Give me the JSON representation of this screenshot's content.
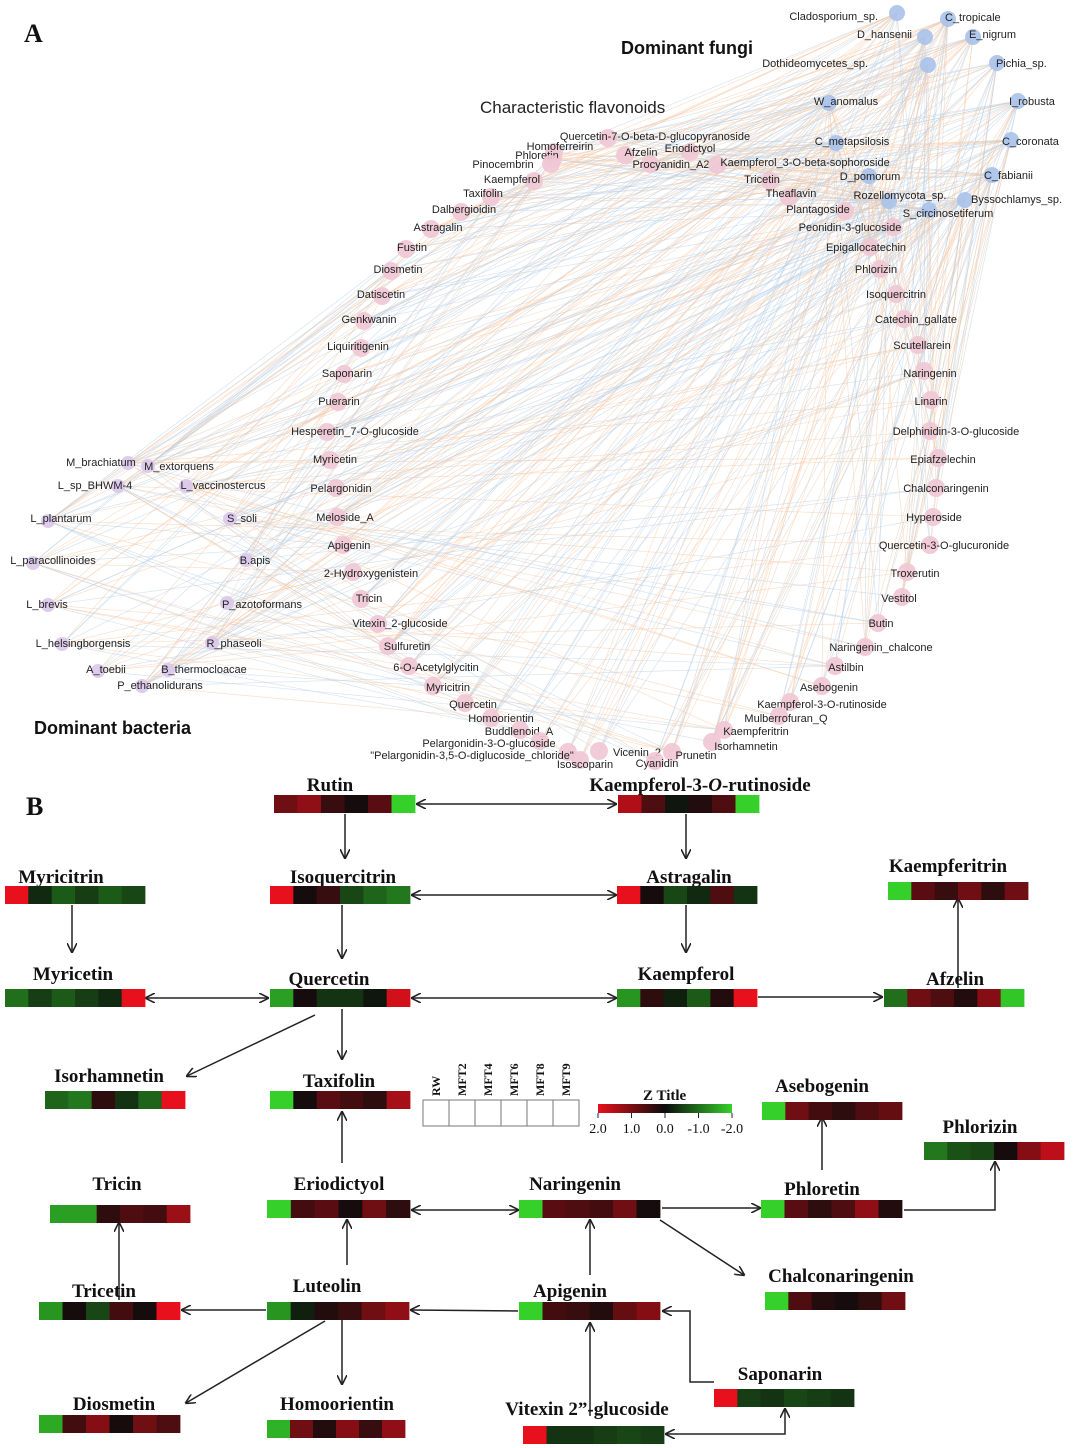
{
  "panel_a": {
    "letter": "A",
    "headings": {
      "fungi": "Dominant fungi",
      "flavonoids": "Characteristic flavonoids",
      "bacteria": "Dominant bacteria"
    },
    "colors": {
      "fungus": "#a9c2ea",
      "flavonoid": "#efc6d4",
      "bacterium": "#d9c7ea",
      "edge_pos": "#f6c6a2",
      "edge_neg": "#b7cde6"
    },
    "nodes": [
      {
        "label": "Cladosporium_sp.",
        "group": "fungus"
      },
      {
        "label": "C_tropicale",
        "group": "fungus"
      },
      {
        "label": "D_hansenii",
        "group": "fungus"
      },
      {
        "label": "E_nigrum",
        "group": "fungus"
      },
      {
        "label": "Dothideomycetes_sp.",
        "group": "fungus"
      },
      {
        "label": "Pichia_sp.",
        "group": "fungus"
      },
      {
        "label": "W_anomalus",
        "group": "fungus"
      },
      {
        "label": "I_robusta",
        "group": "fungus"
      },
      {
        "label": "C_metapsilosis",
        "group": "fungus"
      },
      {
        "label": "C_coronata",
        "group": "fungus"
      },
      {
        "label": "D_pomorum",
        "group": "fungus"
      },
      {
        "label": "C_fabianii",
        "group": "fungus"
      },
      {
        "label": "Rozellomycota_sp.",
        "group": "fungus"
      },
      {
        "label": "Byssochlamys_sp.",
        "group": "fungus"
      },
      {
        "label": "S_circinosetiferum",
        "group": "fungus"
      },
      {
        "label": "Quercetin-7-O-beta-D-glucopyranoside",
        "group": "flavonoid"
      },
      {
        "label": "Homoferreirin",
        "group": "flavonoid"
      },
      {
        "label": "Eriodictyol",
        "group": "flavonoid"
      },
      {
        "label": "Phloretin",
        "group": "flavonoid"
      },
      {
        "label": "Afzelin",
        "group": "flavonoid"
      },
      {
        "label": "Pinocembrin",
        "group": "flavonoid"
      },
      {
        "label": "Procyanidin_A2",
        "group": "flavonoid"
      },
      {
        "label": "Kaempferol_3-O-beta-sophoroside",
        "group": "flavonoid"
      },
      {
        "label": "Kaempferol",
        "group": "flavonoid"
      },
      {
        "label": "Tricetin",
        "group": "flavonoid"
      },
      {
        "label": "Taxifolin",
        "group": "flavonoid"
      },
      {
        "label": "Theaflavin",
        "group": "flavonoid"
      },
      {
        "label": "Dalbergioidin",
        "group": "flavonoid"
      },
      {
        "label": "Plantagoside",
        "group": "flavonoid"
      },
      {
        "label": "Astragalin",
        "group": "flavonoid"
      },
      {
        "label": "Peonidin-3-glucoside",
        "group": "flavonoid"
      },
      {
        "label": "Fustin",
        "group": "flavonoid"
      },
      {
        "label": "Epigallocatechin",
        "group": "flavonoid"
      },
      {
        "label": "Diosmetin",
        "group": "flavonoid"
      },
      {
        "label": "Phlorizin",
        "group": "flavonoid"
      },
      {
        "label": "Datiscetin",
        "group": "flavonoid"
      },
      {
        "label": "Isoquercitrin",
        "group": "flavonoid"
      },
      {
        "label": "Genkwanin",
        "group": "flavonoid"
      },
      {
        "label": "Catechin_gallate",
        "group": "flavonoid"
      },
      {
        "label": "Liquiritigenin",
        "group": "flavonoid"
      },
      {
        "label": "Scutellarein",
        "group": "flavonoid"
      },
      {
        "label": "Saponarin",
        "group": "flavonoid"
      },
      {
        "label": "Naringenin",
        "group": "flavonoid"
      },
      {
        "label": "Puerarin",
        "group": "flavonoid"
      },
      {
        "label": "Linarin",
        "group": "flavonoid"
      },
      {
        "label": "Hesperetin_7-O-glucoside",
        "group": "flavonoid"
      },
      {
        "label": "Delphinidin-3-O-glucoside",
        "group": "flavonoid"
      },
      {
        "label": "Myricetin",
        "group": "flavonoid"
      },
      {
        "label": "Epiafzelechin",
        "group": "flavonoid"
      },
      {
        "label": "Pelargonidin",
        "group": "flavonoid"
      },
      {
        "label": "Chalconaringenin",
        "group": "flavonoid"
      },
      {
        "label": "Meloside_A",
        "group": "flavonoid"
      },
      {
        "label": "Hyperoside",
        "group": "flavonoid"
      },
      {
        "label": "Apigenin",
        "group": "flavonoid"
      },
      {
        "label": "Quercetin-3-O-glucuronide",
        "group": "flavonoid"
      },
      {
        "label": "2-Hydroxygenistein",
        "group": "flavonoid"
      },
      {
        "label": "Troxerutin",
        "group": "flavonoid"
      },
      {
        "label": "Tricin",
        "group": "flavonoid"
      },
      {
        "label": "Vestitol",
        "group": "flavonoid"
      },
      {
        "label": "Vitexin_2-glucoside",
        "group": "flavonoid"
      },
      {
        "label": "Butin",
        "group": "flavonoid"
      },
      {
        "label": "Sulfuretin",
        "group": "flavonoid"
      },
      {
        "label": "Naringenin_chalcone",
        "group": "flavonoid"
      },
      {
        "label": "6-O-Acetylglycitin",
        "group": "flavonoid"
      },
      {
        "label": "Astilbin",
        "group": "flavonoid"
      },
      {
        "label": "Myricitrin",
        "group": "flavonoid"
      },
      {
        "label": "Asebogenin",
        "group": "flavonoid"
      },
      {
        "label": "Quercetin",
        "group": "flavonoid"
      },
      {
        "label": "Kaempferol-3-O-rutinoside",
        "group": "flavonoid"
      },
      {
        "label": "Homoorientin",
        "group": "flavonoid"
      },
      {
        "label": "Mulberrofuran_Q",
        "group": "flavonoid"
      },
      {
        "label": "Buddlenoid_A",
        "group": "flavonoid"
      },
      {
        "label": "Kaempferitrin",
        "group": "flavonoid"
      },
      {
        "label": "Pelargonidin-3-O-glucoside",
        "group": "flavonoid"
      },
      {
        "label": "Isorhamnetin",
        "group": "flavonoid"
      },
      {
        "label": "\"Pelargonidin-3,5-O-diglucoside_chloride\"",
        "group": "flavonoid"
      },
      {
        "label": "Vicenin_2",
        "group": "flavonoid"
      },
      {
        "label": "Prunetin",
        "group": "flavonoid"
      },
      {
        "label": "Isoscoparin",
        "group": "flavonoid"
      },
      {
        "label": "Cyanidin",
        "group": "flavonoid"
      },
      {
        "label": "M_brachiatum",
        "group": "bacterium"
      },
      {
        "label": "M_extorquens",
        "group": "bacterium"
      },
      {
        "label": "L_sp_BHWM-4",
        "group": "bacterium"
      },
      {
        "label": "L_vaccinostercus",
        "group": "bacterium"
      },
      {
        "label": "L_plantarum",
        "group": "bacterium"
      },
      {
        "label": "S_soli",
        "group": "bacterium"
      },
      {
        "label": "L_paracollinoides",
        "group": "bacterium"
      },
      {
        "label": "B.apis",
        "group": "bacterium"
      },
      {
        "label": "L_brevis",
        "group": "bacterium"
      },
      {
        "label": "P_azotoformans",
        "group": "bacterium"
      },
      {
        "label": "L_helsingborgensis",
        "group": "bacterium"
      },
      {
        "label": "R_phaseoli",
        "group": "bacterium"
      },
      {
        "label": "A_toebii",
        "group": "bacterium"
      },
      {
        "label": "B_thermocloacae",
        "group": "bacterium"
      },
      {
        "label": "P_ethanolidurans",
        "group": "bacterium"
      }
    ]
  },
  "panel_b": {
    "letter": "B",
    "legend": {
      "columns": [
        "RW",
        "MFT2",
        "MFT4",
        "MFT6",
        "MFT8",
        "MFT9"
      ],
      "title": "Z Title",
      "ticks": [
        "2.0",
        "1.0",
        "0.0",
        "-1.0",
        "-2.0"
      ],
      "range": [
        2.0,
        -2.0
      ]
    },
    "colors": {
      "high": "#e8101c",
      "mid": "#0c0c0c",
      "low": "#35d02a"
    },
    "compounds": [
      {
        "name": "Rutin",
        "label_parts": [
          "Rutin"
        ],
        "z": [
          0.9,
          1.2,
          0.4,
          0.1,
          0.7,
          -2.0
        ]
      },
      {
        "name": "Kaempferol-3-O-rutinoside",
        "label_parts": [
          "Kaempferol-3-",
          "O",
          "-rutinoside"
        ],
        "z": [
          1.5,
          0.6,
          -0.1,
          0.2,
          0.6,
          -2.0
        ]
      },
      {
        "name": "Myricitrin",
        "label_parts": [
          "Myricitrin"
        ],
        "z": [
          2.0,
          -0.3,
          -0.8,
          -0.5,
          -0.8,
          -0.6
        ]
      },
      {
        "name": "Isoquercitrin",
        "label_parts": [
          "Isoquercitrin"
        ],
        "z": [
          2.0,
          0.1,
          0.4,
          -0.6,
          -0.9,
          -1.1
        ]
      },
      {
        "name": "Astragalin",
        "label_parts": [
          "Astragalin"
        ],
        "z": [
          2.0,
          0.1,
          -0.6,
          -0.3,
          0.6,
          -0.4
        ]
      },
      {
        "name": "Kaempferitrin",
        "label_parts": [
          "Kaempferitrin"
        ],
        "z": [
          -2.0,
          0.7,
          0.4,
          0.9,
          0.3,
          0.9
        ]
      },
      {
        "name": "Myricetin",
        "label_parts": [
          "Myricetin"
        ],
        "z": [
          -1.0,
          -0.5,
          -0.8,
          -0.5,
          -0.3,
          2.0
        ]
      },
      {
        "name": "Quercetin",
        "label_parts": [
          "Quercetin"
        ],
        "z": [
          -1.5,
          0.1,
          -0.4,
          -0.4,
          -0.1,
          1.8
        ]
      },
      {
        "name": "Kaempferol",
        "label_parts": [
          "Kaempferol"
        ],
        "z": [
          -1.4,
          0.3,
          -0.2,
          -0.8,
          0.2,
          2.0
        ]
      },
      {
        "name": "Afzelin",
        "label_parts": [
          "Afzelin"
        ],
        "z": [
          -1.0,
          0.9,
          0.6,
          0.2,
          1.1,
          -1.9
        ]
      },
      {
        "name": "Isorhamnetin",
        "label_parts": [
          "Isorhamnetin"
        ],
        "z": [
          -0.9,
          -1.1,
          0.3,
          -0.4,
          -0.9,
          2.0
        ]
      },
      {
        "name": "Taxifolin",
        "label_parts": [
          "Taxifolin"
        ],
        "z": [
          -2.0,
          0.1,
          0.7,
          0.5,
          0.3,
          1.4
        ]
      },
      {
        "name": "Asebogenin",
        "label_parts": [
          "Asebogenin"
        ],
        "z": [
          -2.0,
          0.9,
          0.5,
          0.3,
          0.6,
          0.8
        ]
      },
      {
        "name": "Phlorizin",
        "label_parts": [
          "Phlorizin"
        ],
        "z": [
          -1.1,
          -0.7,
          -0.6,
          0.1,
          1.1,
          1.6
        ]
      },
      {
        "name": "Tricin",
        "label_parts": [
          "Tricin"
        ],
        "z": [
          -1.5,
          -1.5,
          0.3,
          0.6,
          0.5,
          1.3
        ]
      },
      {
        "name": "Eriodictyol",
        "label_parts": [
          "Eriodictyol"
        ],
        "z": [
          -2.0,
          0.5,
          0.7,
          0.1,
          0.9,
          0.3
        ]
      },
      {
        "name": "Naringenin",
        "label_parts": [
          "Naringenin"
        ],
        "z": [
          -2.0,
          0.7,
          0.6,
          0.5,
          0.9,
          0.1
        ]
      },
      {
        "name": "Phloretin",
        "label_parts": [
          "Phloretin"
        ],
        "z": [
          -2.0,
          0.7,
          0.3,
          0.6,
          1.2,
          0.2
        ]
      },
      {
        "name": "Tricetin",
        "label_parts": [
          "Tricetin"
        ],
        "z": [
          -1.4,
          0.1,
          -0.6,
          0.5,
          0.1,
          2.0
        ]
      },
      {
        "name": "Luteolin",
        "label_parts": [
          "Luteolin"
        ],
        "z": [
          -1.4,
          -0.2,
          0.2,
          0.4,
          0.9,
          1.2
        ]
      },
      {
        "name": "Apigenin",
        "label_parts": [
          "Apigenin"
        ],
        "z": [
          -2.0,
          0.5,
          0.4,
          0.2,
          0.8,
          1.1
        ]
      },
      {
        "name": "Chalconaringenin",
        "label_parts": [
          "Chalconaringenin"
        ],
        "z": [
          -2.0,
          0.6,
          0.2,
          0.1,
          0.3,
          0.9
        ]
      },
      {
        "name": "Saponarin",
        "label_parts": [
          "Saponarin"
        ],
        "z": [
          2.0,
          -0.5,
          -0.4,
          -0.6,
          -0.5,
          -0.4
        ]
      },
      {
        "name": "Diosmetin",
        "label_parts": [
          "Diosmetin"
        ],
        "z": [
          -1.6,
          0.5,
          1.1,
          0.1,
          0.9,
          0.6
        ]
      },
      {
        "name": "Homoorientin",
        "label_parts": [
          "Homoorientin"
        ],
        "z": [
          -1.7,
          0.9,
          0.2,
          1.1,
          0.4,
          1.2
        ]
      },
      {
        "name": "Vitexin 2”-glucoside",
        "label_parts": [
          "Vitexin 2”-glucoside"
        ],
        "z": [
          2.0,
          -0.4,
          -0.4,
          -0.5,
          -0.6,
          -0.5
        ]
      }
    ],
    "relations": [
      {
        "from": "Rutin",
        "to": "Kaempferol-3-O-rutinoside",
        "type": "both"
      },
      {
        "from": "Rutin",
        "to": "Isoquercitrin",
        "type": "down"
      },
      {
        "from": "Kaempferol-3-O-rutinoside",
        "to": "Astragalin",
        "type": "down"
      },
      {
        "from": "Isoquercitrin",
        "to": "Astragalin",
        "type": "both"
      },
      {
        "from": "Myricitrin",
        "to": "Myricetin",
        "type": "down"
      },
      {
        "from": "Isoquercitrin",
        "to": "Quercetin",
        "type": "down"
      },
      {
        "from": "Astragalin",
        "to": "Kaempferol",
        "type": "down"
      },
      {
        "from": "Myricetin",
        "to": "Quercetin",
        "type": "both"
      },
      {
        "from": "Quercetin",
        "to": "Kaempferol",
        "type": "both"
      },
      {
        "from": "Kaempferol",
        "to": "Afzelin",
        "type": "to"
      },
      {
        "from": "Afzelin",
        "to": "Kaempferitrin",
        "type": "up"
      },
      {
        "from": "Quercetin",
        "to": "Isorhamnetin",
        "type": "to"
      },
      {
        "from": "Quercetin",
        "to": "Taxifolin",
        "type": "down"
      },
      {
        "from": "Eriodictyol",
        "to": "Taxifolin",
        "type": "up"
      },
      {
        "from": "Eriodictyol",
        "to": "Naringenin",
        "type": "both"
      },
      {
        "from": "Naringenin",
        "to": "Phloretin",
        "type": "to"
      },
      {
        "from": "Naringenin",
        "to": "Chalconaringenin",
        "type": "to"
      },
      {
        "from": "Phloretin",
        "to": "Asebogenin",
        "type": "up"
      },
      {
        "from": "Phloretin",
        "to": "Phlorizin",
        "type": "elbow"
      },
      {
        "from": "Luteolin",
        "to": "Eriodictyol",
        "type": "up"
      },
      {
        "from": "Apigenin",
        "to": "Naringenin",
        "type": "up"
      },
      {
        "from": "Apigenin",
        "to": "Luteolin",
        "type": "to"
      },
      {
        "from": "Luteolin",
        "to": "Tricetin",
        "type": "to"
      },
      {
        "from": "Tricetin",
        "to": "Tricin",
        "type": "up"
      },
      {
        "from": "Luteolin",
        "to": "Diosmetin",
        "type": "to"
      },
      {
        "from": "Luteolin",
        "to": "Homoorientin",
        "type": "down"
      },
      {
        "from": "Vitexin 2”-glucoside",
        "to": "Apigenin",
        "type": "up"
      },
      {
        "from": "Saponarin",
        "to": "Apigenin",
        "type": "elbow"
      },
      {
        "from": "Vitexin 2”-glucoside",
        "to": "Saponarin",
        "type": "elbow-both"
      }
    ]
  }
}
